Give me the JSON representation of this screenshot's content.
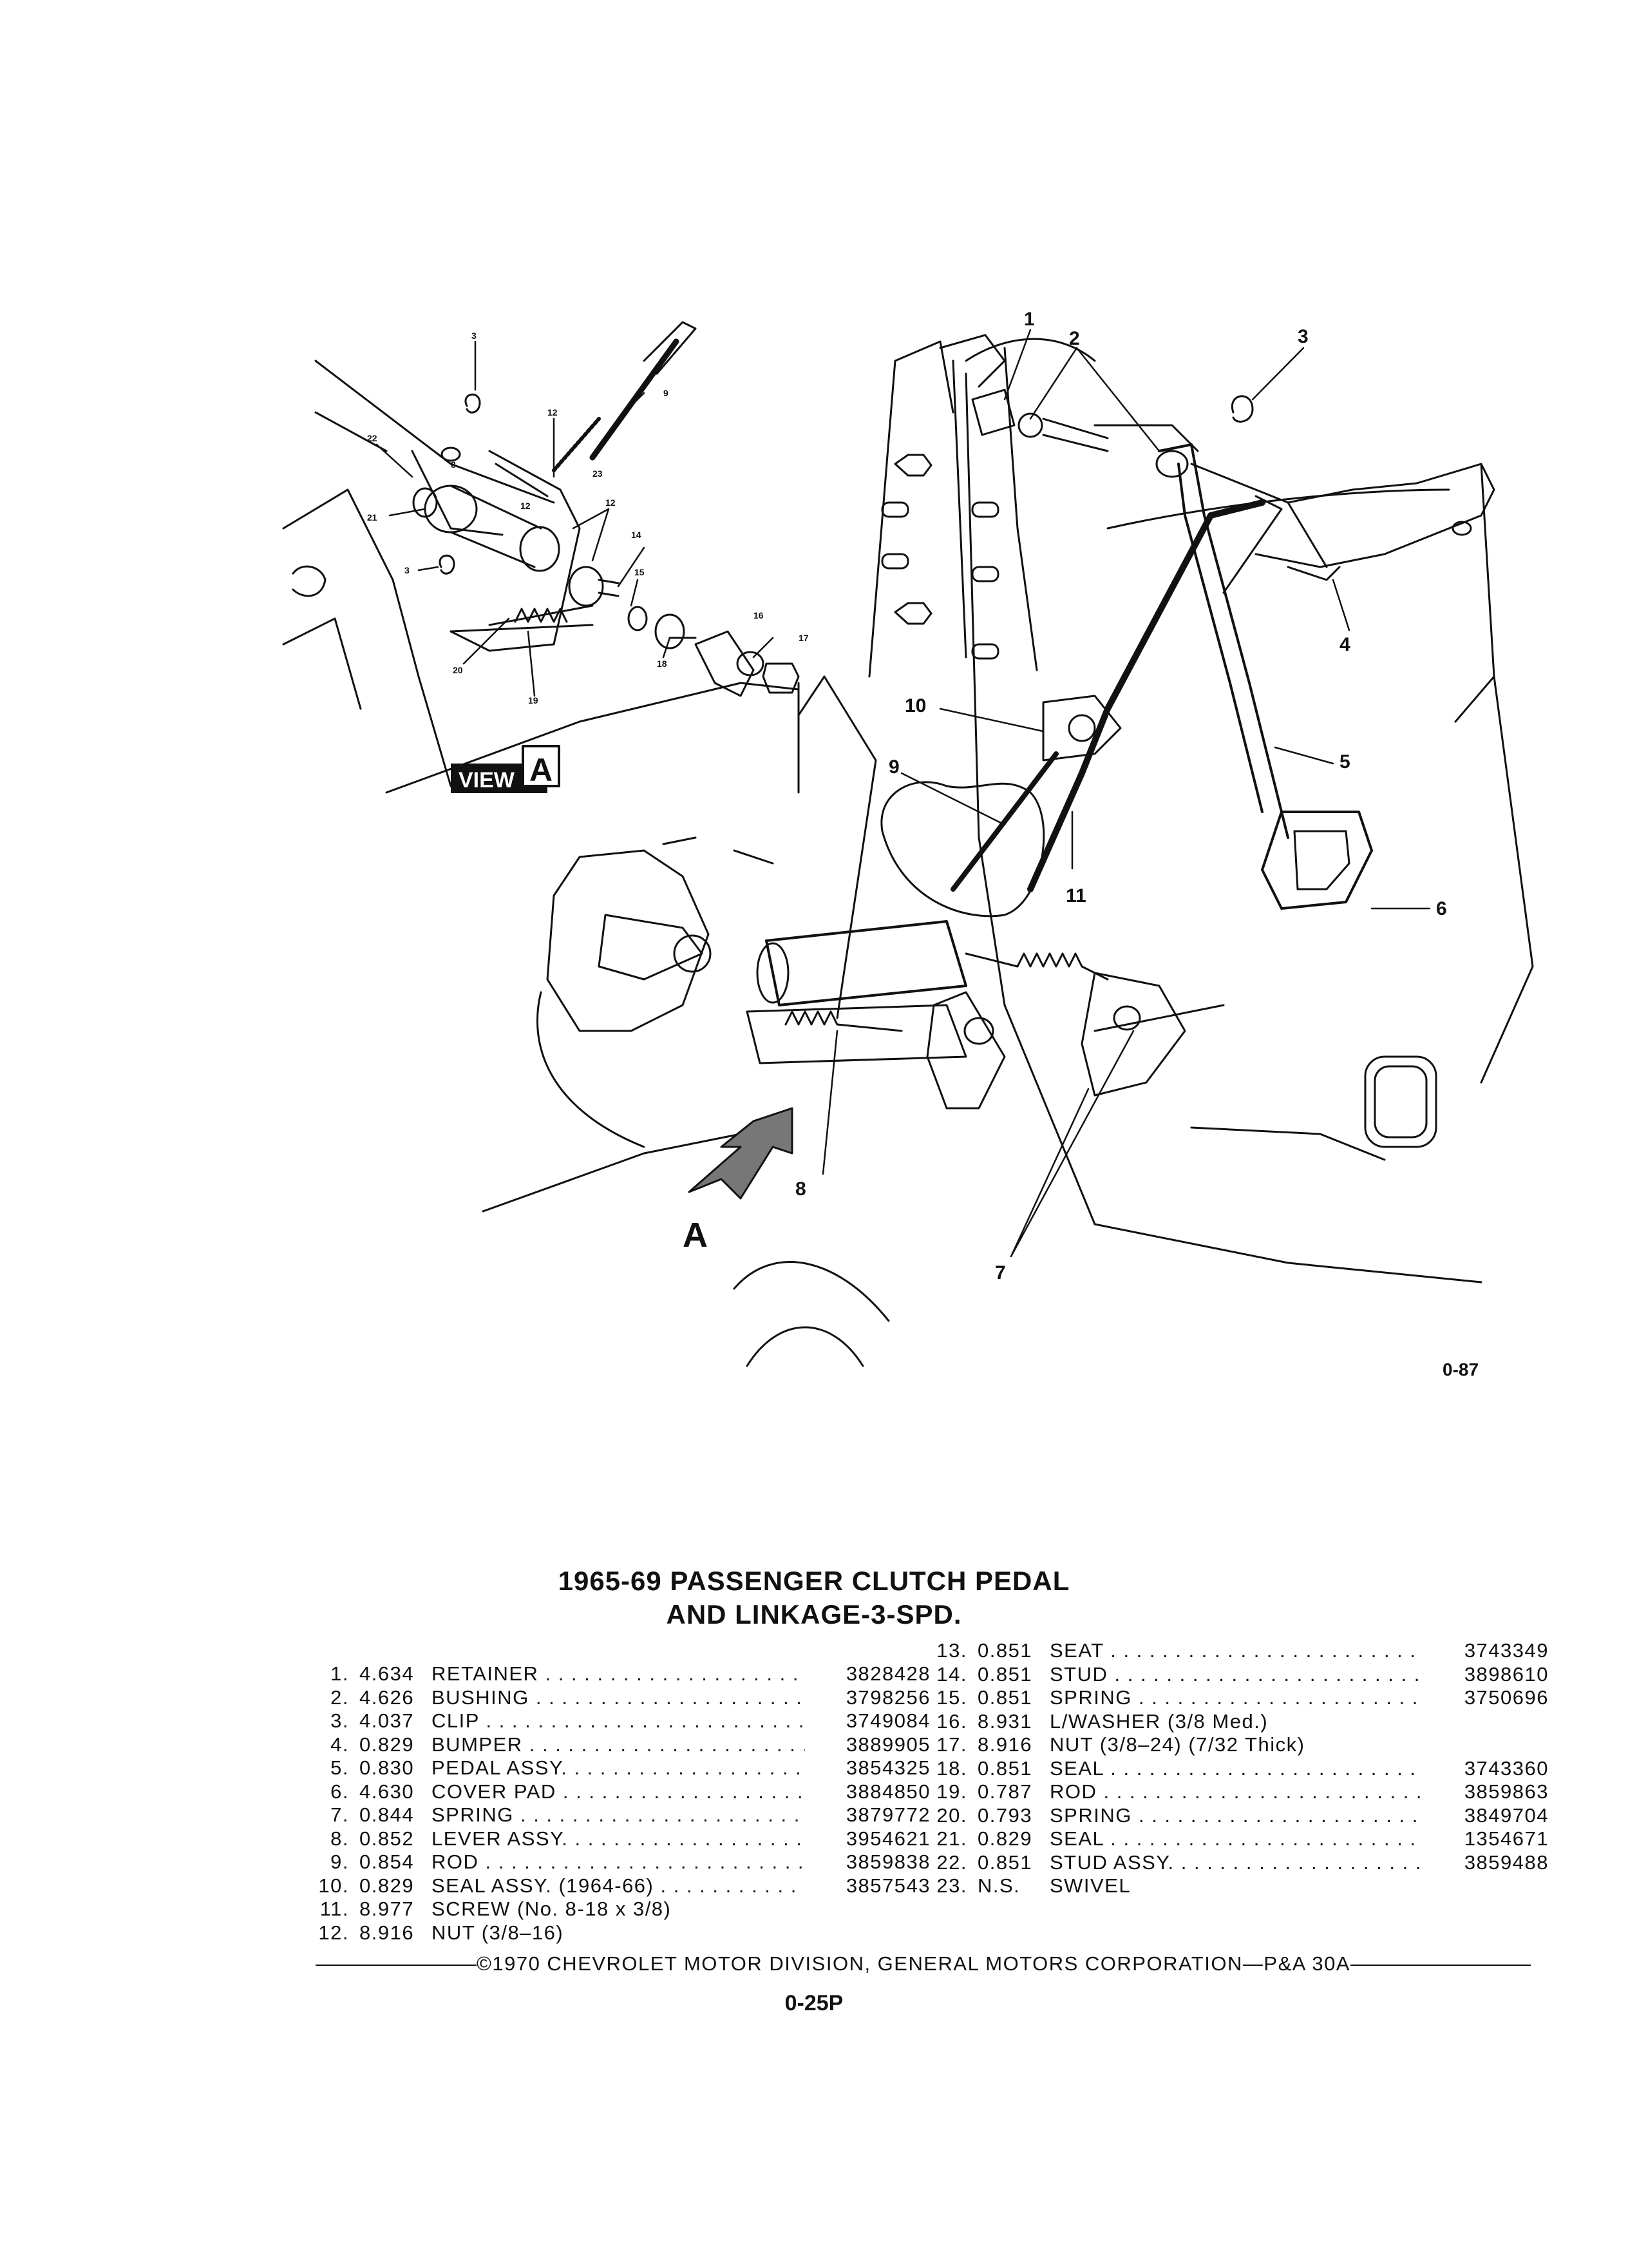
{
  "illustration": {
    "figure_number": "0-87",
    "view_label_word": "VIEW",
    "view_label_letter": "A",
    "arrow_letter": "A",
    "callouts_main": [
      "1",
      "2",
      "3",
      "4",
      "5",
      "6",
      "7",
      "8",
      "9",
      "10",
      "11"
    ],
    "callouts_view": [
      "3",
      "12",
      "9",
      "22",
      "23",
      "8",
      "12",
      "21",
      "12",
      "14",
      "3",
      "15",
      "20",
      "19",
      "16",
      "18",
      "17"
    ]
  },
  "title": {
    "line1": "1965-69 PASSENGER CLUTCH PEDAL",
    "line2": "AND LINKAGE-3-SPD."
  },
  "parts_left": [
    {
      "num": "1.",
      "group": "4.634",
      "name": "RETAINER",
      "dots": true,
      "cat": "3828428"
    },
    {
      "num": "2.",
      "group": "4.626",
      "name": "BUSHING",
      "dots": true,
      "cat": "3798256"
    },
    {
      "num": "3.",
      "group": "4.037",
      "name": "CLIP",
      "dots": true,
      "cat": "3749084"
    },
    {
      "num": "4.",
      "group": "0.829",
      "name": "BUMPER",
      "dots": true,
      "cat": "3889905"
    },
    {
      "num": "5.",
      "group": "0.830",
      "name": "PEDAL ASSY.",
      "dots": true,
      "cat": "3854325"
    },
    {
      "num": "6.",
      "group": "4.630",
      "name": "COVER PAD",
      "dots": true,
      "cat": "3884850"
    },
    {
      "num": "7.",
      "group": "0.844",
      "name": "SPRING",
      "dots": true,
      "cat": "3879772"
    },
    {
      "num": "8.",
      "group": "0.852",
      "name": "LEVER ASSY.",
      "dots": true,
      "cat": "3954621"
    },
    {
      "num": "9.",
      "group": "0.854",
      "name": "ROD",
      "dots": true,
      "cat": "3859838"
    },
    {
      "num": "10.",
      "group": "0.829",
      "name": "SEAL ASSY. (1964-66)",
      "dots": true,
      "cat": "3857543"
    },
    {
      "num": "11.",
      "group": "8.977",
      "name": "SCREW (No. 8-18 x 3/8)",
      "dots": false,
      "cat": ""
    },
    {
      "num": "12.",
      "group": "8.916",
      "name": "NUT (3/8–16)",
      "dots": false,
      "cat": ""
    }
  ],
  "parts_right": [
    {
      "num": "13.",
      "group": "0.851",
      "name": "SEAT",
      "dots": true,
      "cat": "3743349"
    },
    {
      "num": "14.",
      "group": "0.851",
      "name": "STUD",
      "dots": true,
      "cat": "3898610"
    },
    {
      "num": "15.",
      "group": "0.851",
      "name": "SPRING",
      "dots": true,
      "cat": "3750696"
    },
    {
      "num": "16.",
      "group": "8.931",
      "name": "L/WASHER (3/8 Med.)",
      "dots": false,
      "cat": ""
    },
    {
      "num": "17.",
      "group": "8.916",
      "name": "NUT (3/8–24) (7/32 Thick)",
      "dots": false,
      "cat": ""
    },
    {
      "num": "18.",
      "group": "0.851",
      "name": "SEAL",
      "dots": true,
      "cat": "3743360"
    },
    {
      "num": "19.",
      "group": "0.787",
      "name": "ROD",
      "dots": true,
      "cat": "3859863"
    },
    {
      "num": "20.",
      "group": "0.793",
      "name": "SPRING",
      "dots": true,
      "cat": "3849704"
    },
    {
      "num": "21.",
      "group": "0.829",
      "name": "SEAL",
      "dots": true,
      "cat": "1354671"
    },
    {
      "num": "22.",
      "group": "0.851",
      "name": "STUD ASSY.",
      "dots": true,
      "cat": "3859488"
    },
    {
      "num": "23.",
      "group": "N.S.",
      "name": "SWIVEL",
      "dots": false,
      "cat": ""
    }
  ],
  "footer": {
    "copyright": "©1970 CHEVROLET MOTOR DIVISION, GENERAL MOTORS CORPORATION—P&A 30A",
    "page_number": "0-25P"
  }
}
